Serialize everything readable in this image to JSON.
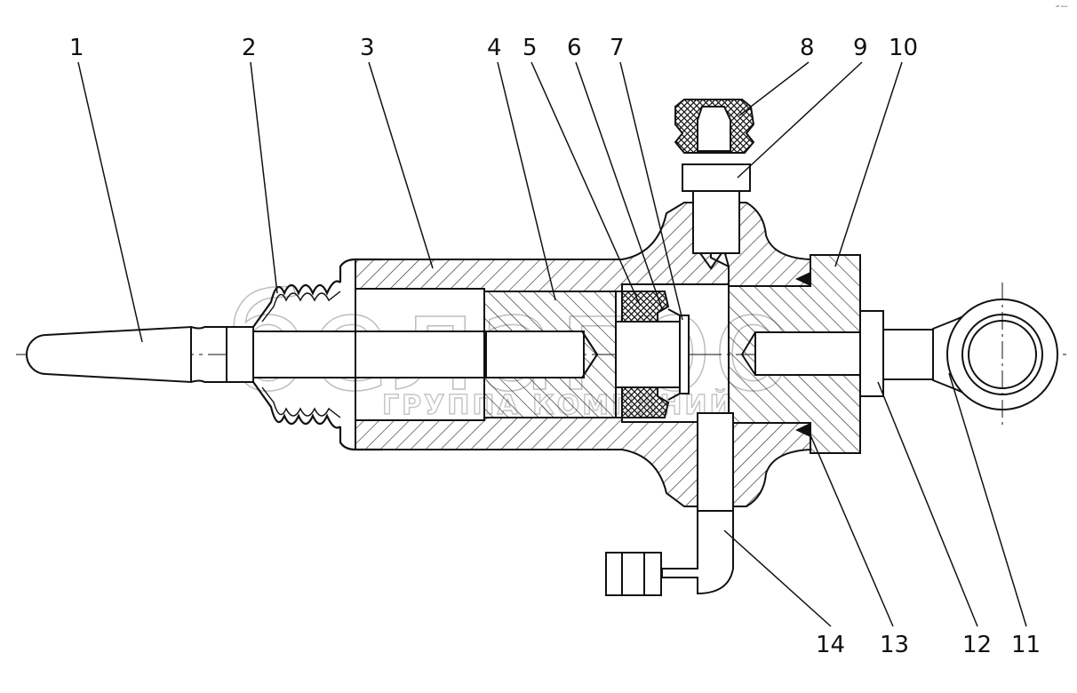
{
  "callouts": [
    {
      "label": "1"
    },
    {
      "label": "2"
    },
    {
      "label": "3"
    },
    {
      "label": "4"
    },
    {
      "label": "5"
    },
    {
      "label": "6"
    },
    {
      "label": "7"
    },
    {
      "label": "8"
    },
    {
      "label": "9"
    },
    {
      "label": "10"
    },
    {
      "label": "11"
    },
    {
      "label": "12"
    },
    {
      "label": "13"
    },
    {
      "label": "14"
    }
  ],
  "watermark": {
    "brand": "белагро",
    "subtitle": "ГРУППА КОМПАНИЙ"
  },
  "corner_mark": "ᵃᴮ ʷʷʷ",
  "colors": {
    "line": "#111111",
    "seal_fill": "#111111",
    "watermark": "#bdbdbd"
  }
}
